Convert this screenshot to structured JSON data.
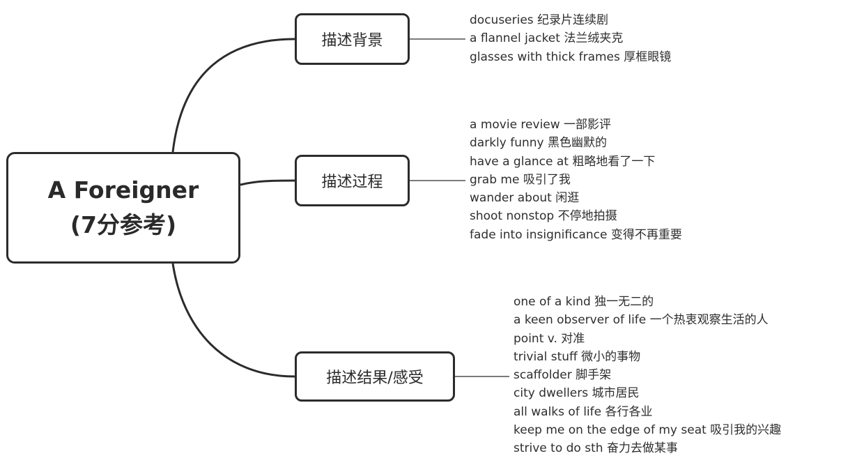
{
  "central_topic": {
    "line1": "A Foreigner",
    "line2": "(7分参考)"
  },
  "branches": [
    {
      "label": "描述背景",
      "leaves": [
        "docuseries 纪录片连续剧",
        "a flannel jacket 法兰绒夹克",
        "glasses with thick frames 厚框眼镜"
      ]
    },
    {
      "label": "描述过程",
      "leaves": [
        "a movie review 一部影评",
        "darkly funny 黑色幽默的",
        "have a glance at 粗略地看了一下",
        "grab me 吸引了我",
        "wander about 闲逛",
        "shoot nonstop 不停地拍摄",
        "fade into insignificance 变得不再重要"
      ]
    },
    {
      "label": "描述结果/感受",
      "leaves": [
        "one of a kind 独一无二的",
        "a keen observer of life 一个热衷观察生活的人",
        "point v. 对准",
        "trivial stuff 微小的事物",
        "scaffolder 脚手架",
        "city dwellers 城市居民",
        "all walks of life 各行各业",
        "keep me on the edge of my seat 吸引我的兴趣",
        "strive to do sth 奋力去做某事"
      ]
    }
  ]
}
